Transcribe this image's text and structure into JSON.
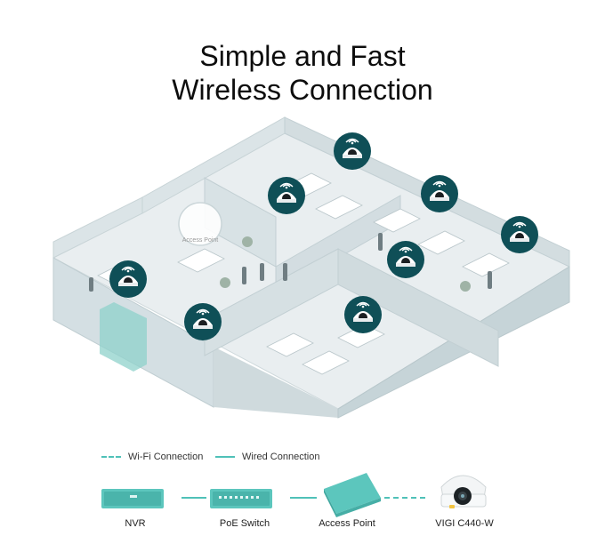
{
  "title": {
    "line1": "Simple and Fast",
    "line2": "Wireless Connection"
  },
  "floorplan": {
    "access_point_tag": "Access Point"
  },
  "legend": {
    "wifi": "Wi-Fi Connection",
    "wired": "Wired Connection"
  },
  "devices": {
    "nvr": "NVR",
    "poe_switch": "PoE Switch",
    "access_point": "Access Point",
    "camera": "VIGI C440-W"
  },
  "colors": {
    "teal": "#4fc1b8",
    "camera_badge": "#0f4f57",
    "wall": "#c9d8dc",
    "floor": "#e8eef0"
  }
}
